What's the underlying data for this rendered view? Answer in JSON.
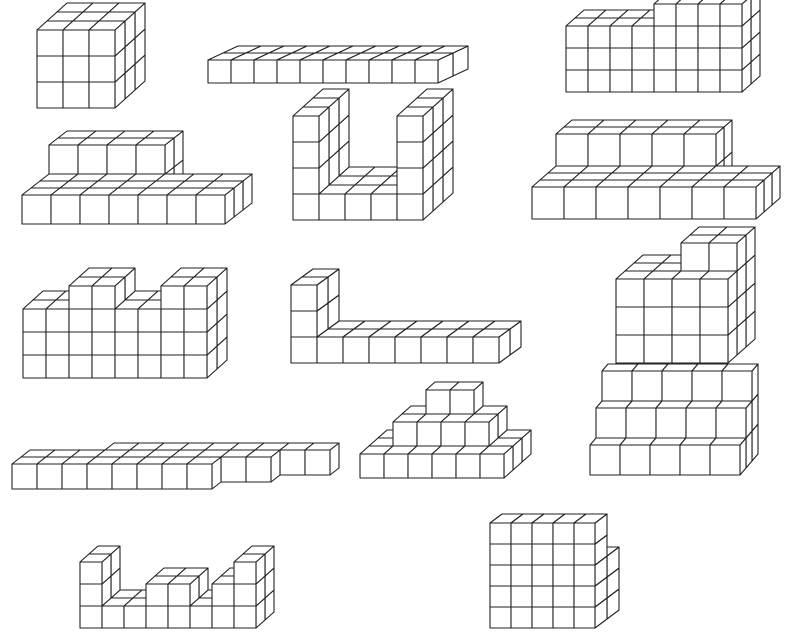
{
  "colors": {
    "background": "#ffffff",
    "line": "#222222",
    "top_face": "#ffffff",
    "front_face": "#ffffff",
    "side_face": "#ffffff"
  },
  "figures": [
    {
      "name": "figure-cube-3x3x3",
      "grid": [
        [
          3,
          3,
          3
        ],
        [
          3,
          3,
          3
        ],
        [
          3,
          3,
          3
        ]
      ]
    },
    {
      "name": "figure-long-slab",
      "grid": [
        [
          1,
          1,
          1,
          1,
          1,
          1,
          1,
          1,
          1,
          1
        ],
        [
          1,
          1,
          1,
          1,
          1,
          1,
          1,
          1,
          1,
          1
        ]
      ]
    },
    {
      "name": "figure-stepped-block",
      "grid": [
        [
          3,
          3,
          3,
          3,
          4,
          4,
          4,
          4
        ],
        [
          3,
          3,
          3,
          3,
          4,
          4,
          4,
          4
        ]
      ]
    },
    {
      "name": "figure-l-plate-with-raised-back",
      "grid": [
        [
          2,
          2,
          2,
          2,
          0,
          0,
          0
        ],
        [
          2,
          2,
          2,
          2,
          0,
          0,
          0
        ],
        [
          1,
          1,
          1,
          1,
          1,
          1,
          1
        ],
        [
          1,
          1,
          1,
          1,
          1,
          1,
          1
        ],
        [
          1,
          1,
          1,
          1,
          1,
          1,
          1
        ]
      ]
    },
    {
      "name": "figure-u-shape",
      "grid": [
        [
          4,
          1,
          1,
          1,
          4
        ],
        [
          4,
          1,
          1,
          1,
          4
        ],
        [
          4,
          1,
          1,
          1,
          4
        ]
      ]
    },
    {
      "name": "figure-terraced-slab",
      "grid": [
        [
          2,
          2,
          2,
          2,
          2,
          0,
          0
        ],
        [
          2,
          2,
          2,
          2,
          2,
          0,
          0
        ],
        [
          1,
          1,
          1,
          1,
          1,
          1,
          1
        ],
        [
          1,
          1,
          1,
          1,
          1,
          1,
          1
        ],
        [
          1,
          1,
          1,
          1,
          1,
          1,
          1
        ]
      ]
    },
    {
      "name": "figure-wave-wall",
      "grid": [
        [
          3,
          3,
          4,
          4,
          3,
          3,
          4,
          4
        ],
        [
          3,
          3,
          4,
          4,
          3,
          3,
          4,
          4
        ]
      ]
    },
    {
      "name": "figure-l-beam",
      "grid": [
        [
          3,
          1,
          1,
          1,
          1,
          1,
          1,
          1
        ],
        [
          3,
          1,
          1,
          1,
          1,
          1,
          1,
          1
        ]
      ]
    },
    {
      "name": "figure-staircase-tower",
      "grid": [
        [
          3,
          3,
          4,
          4
        ],
        [
          3,
          3,
          4,
          4
        ],
        [
          3,
          3,
          3,
          3
        ]
      ]
    },
    {
      "name": "figure-long-stepped-plate",
      "grid": [
        [
          0,
          0,
          0,
          1,
          1,
          1,
          1,
          1,
          1,
          1,
          1,
          1
        ],
        [
          1,
          1,
          1,
          1,
          1,
          1,
          1,
          1,
          1,
          1,
          0,
          0
        ],
        [
          1,
          1,
          1,
          1,
          1,
          1,
          1,
          1,
          0,
          0,
          0,
          0
        ]
      ]
    },
    {
      "name": "figure-pyramid-steps",
      "grid": [
        [
          1,
          2,
          3,
          3,
          2,
          1
        ],
        [
          1,
          2,
          2,
          2,
          2,
          1
        ],
        [
          1,
          1,
          1,
          1,
          1,
          1
        ]
      ]
    },
    {
      "name": "figure-box-with-steps",
      "grid": [
        [
          3,
          3,
          3,
          3,
          3
        ],
        [
          2,
          2,
          2,
          2,
          2
        ],
        [
          1,
          1,
          1,
          1,
          1
        ]
      ]
    },
    {
      "name": "figure-zigzag-rail",
      "grid": [
        [
          3,
          1,
          1,
          2,
          2,
          1,
          2,
          3
        ],
        [
          3,
          1,
          1,
          2,
          2,
          1,
          2,
          3
        ]
      ]
    },
    {
      "name": "figure-tall-chair",
      "grid": [
        [
          3,
          0,
          3,
          0,
          3
        ],
        [
          5,
          5,
          5,
          5,
          5
        ]
      ]
    }
  ]
}
